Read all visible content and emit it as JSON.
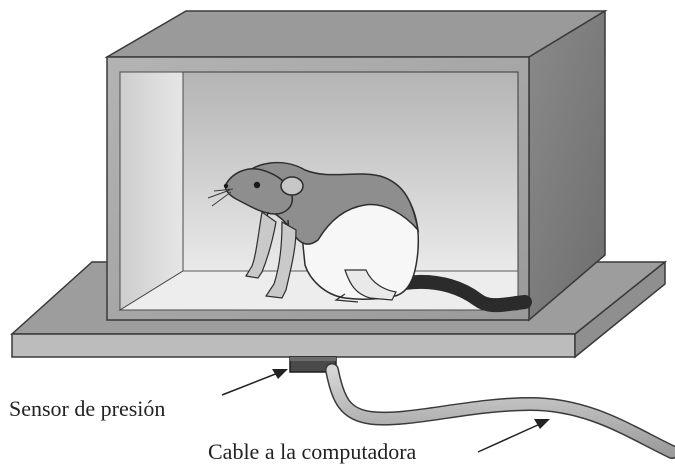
{
  "labels": {
    "sensor": "Sensor de presión",
    "cable": "Cable a la computadora"
  },
  "icons": [
    "rat-figure",
    "pressure-sensor",
    "cable",
    "box-enclosure",
    "base-platform"
  ],
  "colors": {
    "box_frame": "#a4a4a4",
    "box_top": "#9a9a9a",
    "box_side": "#7c7c7c",
    "platform_top": "#9d9d9d",
    "platform_front": "#bcbcbc",
    "sensor": "#4a4a4a",
    "cable": "#b9b9b9",
    "rat_fur_dark": "#8e8e8e",
    "rat_fur_light": "#f7f7f7",
    "rat_tail": "#2b2b2b"
  }
}
